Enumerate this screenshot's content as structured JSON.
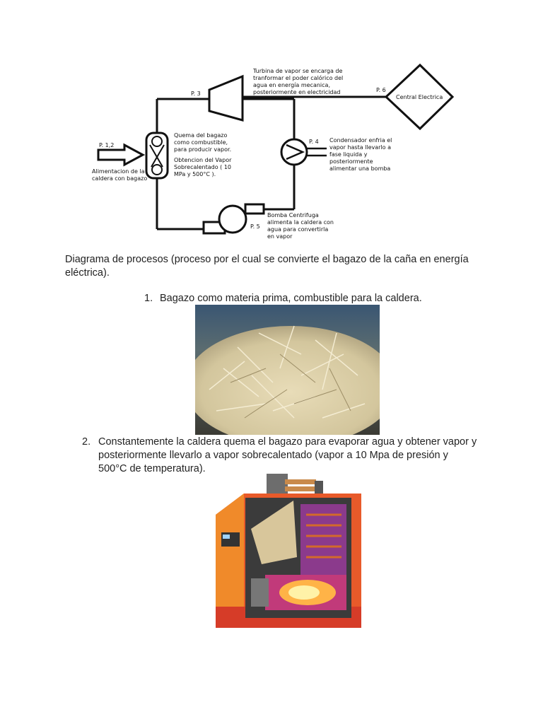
{
  "diagram": {
    "turbine_point": "P. 3",
    "turbine_text": "Turbina de vapor se encarga de tranformar el poder calórico del agua en energía mecanica, posteriormente en electricidad",
    "plant_point": "P. 6",
    "plant_label": "Central Electrica",
    "boiler_point": "P. 1,2",
    "boiler_feed_text": "Alimentacion de la caldera con bagazo",
    "boiler_text_1": "Quema del bagazo como combustible, para producir vapor.",
    "boiler_text_2": "Obtencion del Vapor Sobrecalentado ( 10 MPa y 500°C ).",
    "condenser_point": "P. 4",
    "condenser_text": "Condensador enfria el vapor hasta llevarlo a fase liquida y posteriormente alimentar una bomba",
    "pump_point": "P. 5",
    "pump_text": "Bomba Centrifuga alimenta la caldera con agua para convertirla en vapor"
  },
  "intro_text": "Diagrama de procesos (proceso por el cual se convierte el bagazo de la caña en energía eléctrica).",
  "items": [
    {
      "number": "1.",
      "text": "Bagazo como materia prima, combustible para la caldera."
    },
    {
      "number": "2.",
      "text": "Constantemente la caldera quema el bagazo para evaporar agua y obtener vapor y posteriormente llevarlo a vapor sobrecalentado (vapor a 10 Mpa de presión y 500°C de temperatura)."
    }
  ]
}
